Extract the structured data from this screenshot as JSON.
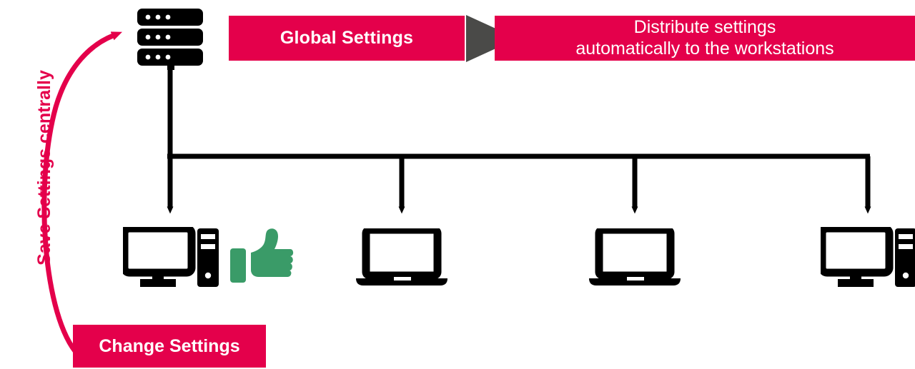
{
  "diagram": {
    "title_flow": "Global Settings distributed automatically to workstations",
    "colors": {
      "brand_red": "#e4004b",
      "arrow_gray": "#4a4a48",
      "icon_black": "#000000",
      "thumbs_up_green": "#3a9b68",
      "background": "#ffffff"
    }
  },
  "banners": {
    "global_settings": {
      "label": "Global Settings"
    },
    "distribute": {
      "label": "Distribute settings\nautomatically to the workstations"
    },
    "change_settings": {
      "label": "Change Settings"
    }
  },
  "captions": {
    "save_centrally": "Save Settings centrally"
  },
  "nodes": {
    "server": {
      "name": "server-icon",
      "units": 3,
      "dots_per_unit": 3
    },
    "workstations": [
      {
        "name": "desktop-pc-1",
        "type": "desktop"
      },
      {
        "name": "laptop-1",
        "type": "laptop"
      },
      {
        "name": "laptop-2",
        "type": "laptop"
      },
      {
        "name": "desktop-pc-2",
        "type": "desktop"
      }
    ],
    "thumbs_up": {
      "name": "thumbs-up-icon",
      "color": "#3a9b68"
    }
  },
  "connectors": {
    "bus_label": "distribution-bus",
    "drop_count": 4,
    "feedback_label": "change-settings-feedback-arrow"
  }
}
